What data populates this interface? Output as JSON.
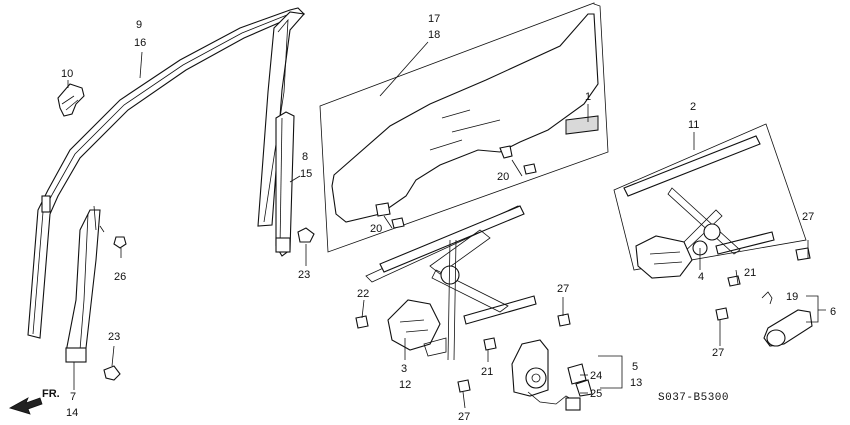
{
  "labels": {
    "l9": "9",
    "l16": "16",
    "l10": "10",
    "l17": "17",
    "l18": "18",
    "l1": "1",
    "l2": "2",
    "l11": "11",
    "l8": "8",
    "l15": "15",
    "l20a": "20",
    "l20b": "20",
    "l27a": "27",
    "l26": "26",
    "l23a": "23",
    "l22": "22",
    "l3": "3",
    "l12": "12",
    "l27b": "27",
    "l21a": "21",
    "l5": "5",
    "l13": "13",
    "l24": "24",
    "l25": "25",
    "l27c": "27",
    "l4": "4",
    "l21b": "21",
    "l19": "19",
    "l6": "6",
    "l27d": "27",
    "l23b": "23",
    "l7": "7",
    "l14": "14"
  },
  "front_arrow": "FR.",
  "diagram_code": "S037-B5300"
}
